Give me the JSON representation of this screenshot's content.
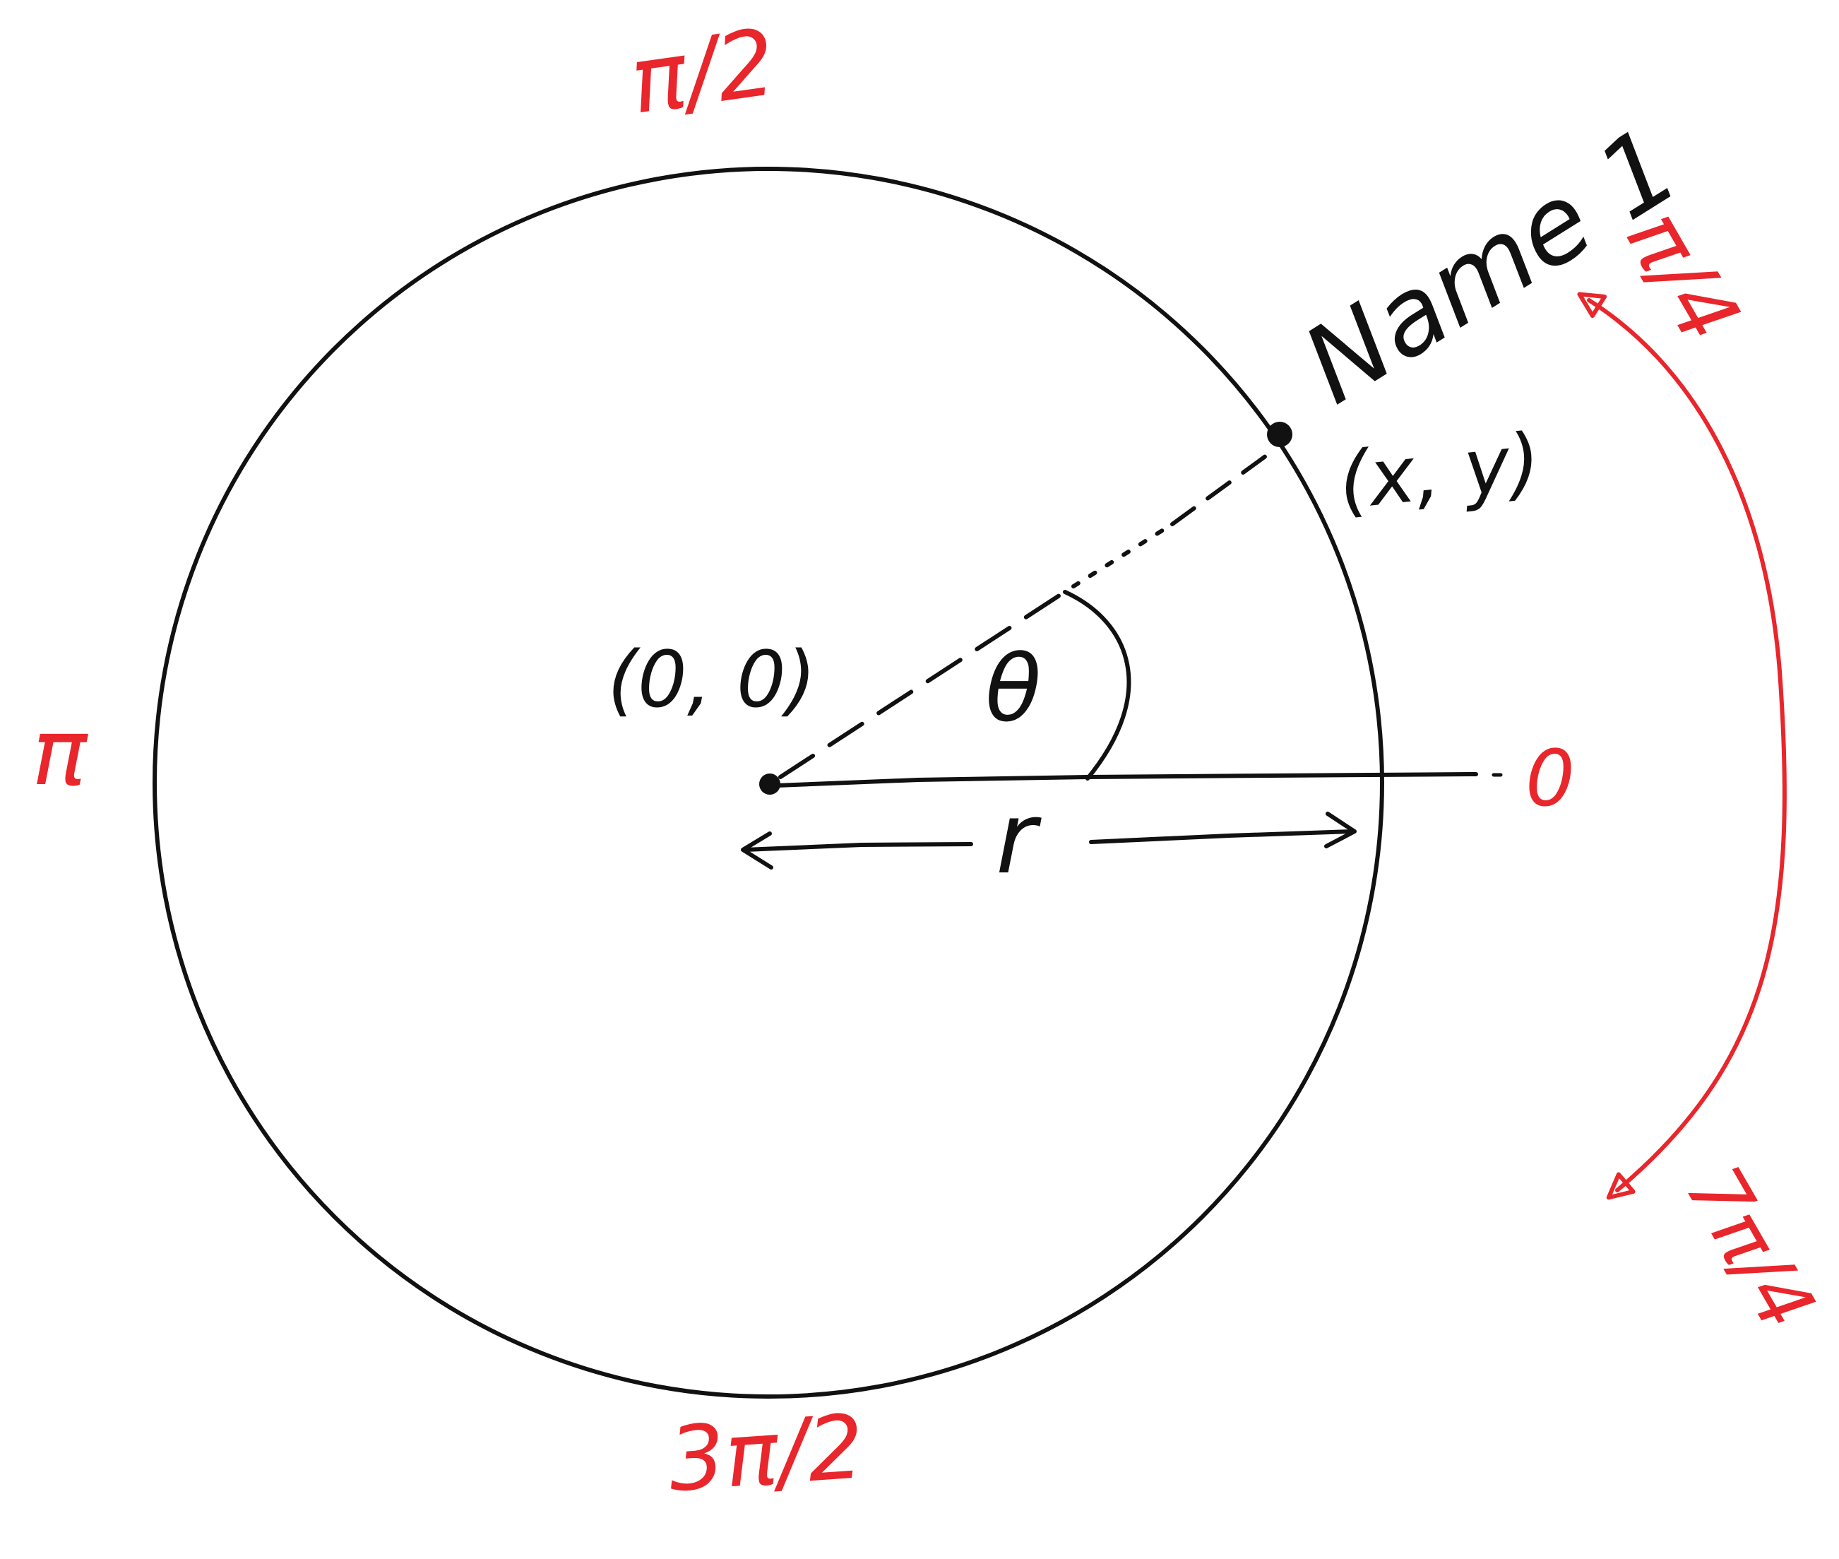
{
  "diagram": {
    "colors": {
      "ink": "#111111",
      "accent": "#e8262b"
    },
    "labels": {
      "point_name": "Name 1",
      "point_coords": "(x, y)",
      "origin_coords": "(0, 0)",
      "angle": "θ",
      "radius": "r",
      "angle_zero": "0",
      "angle_pi_half": "π/2",
      "angle_pi": "π",
      "angle_three_pi_half": "3π/2",
      "angle_pi_quarter": "π/4",
      "angle_seven_pi_quarter": "7π/4"
    }
  }
}
